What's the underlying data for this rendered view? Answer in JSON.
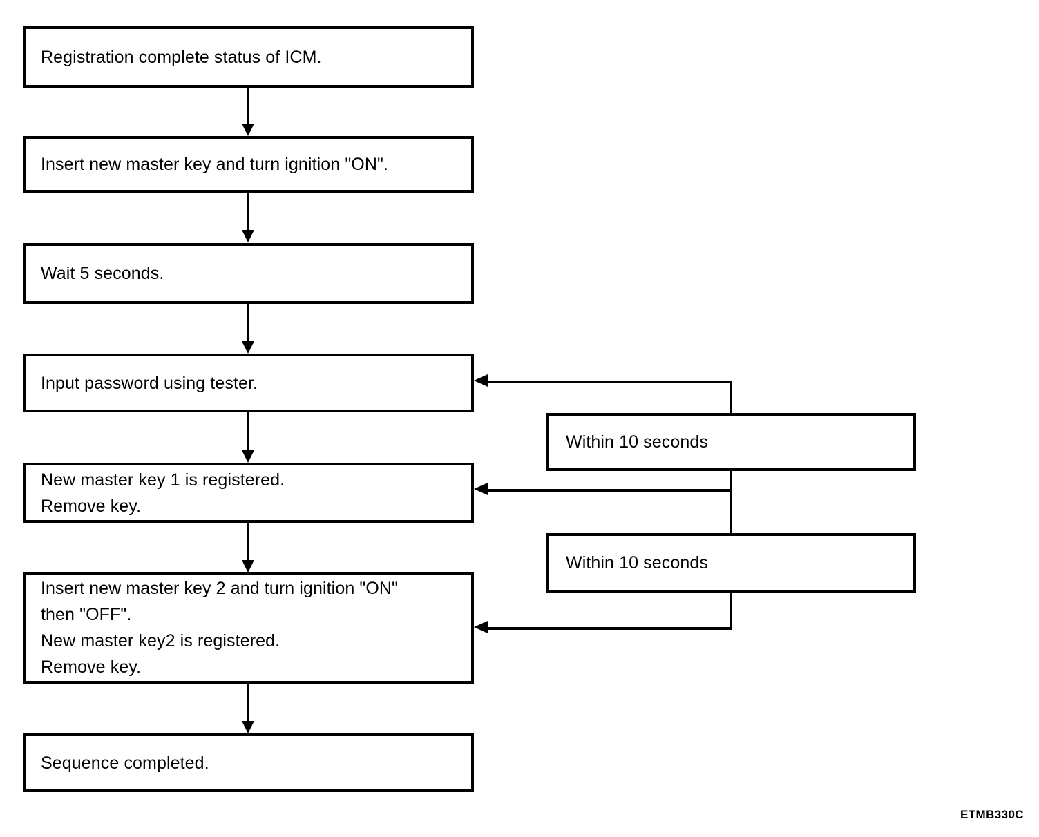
{
  "figure": {
    "code": "ETMB330C",
    "title": "Registration complete status of ICM."
  },
  "flow": {
    "steps": [
      {
        "id": "step-1",
        "label": "Registration complete status of ICM."
      },
      {
        "id": "step-2",
        "label": "Insert new master key and turn ignition \"ON\"."
      },
      {
        "id": "step-3",
        "label": "Wait 5 seconds."
      },
      {
        "id": "step-4",
        "label": "Input password using tester."
      },
      {
        "id": "step-5",
        "label": "New master key 1 is registered.\nRemove key."
      },
      {
        "id": "step-6",
        "label": "Insert new master key 2 and turn ignition \"ON\"\nthen \"OFF\".\nNew master key2 is registered.\nRemove key."
      },
      {
        "id": "step-7",
        "label": "Sequence completed."
      }
    ],
    "notes": [
      {
        "id": "note-1",
        "label": "Within 10 seconds"
      },
      {
        "id": "note-2",
        "label": "Within 10 seconds"
      }
    ]
  }
}
